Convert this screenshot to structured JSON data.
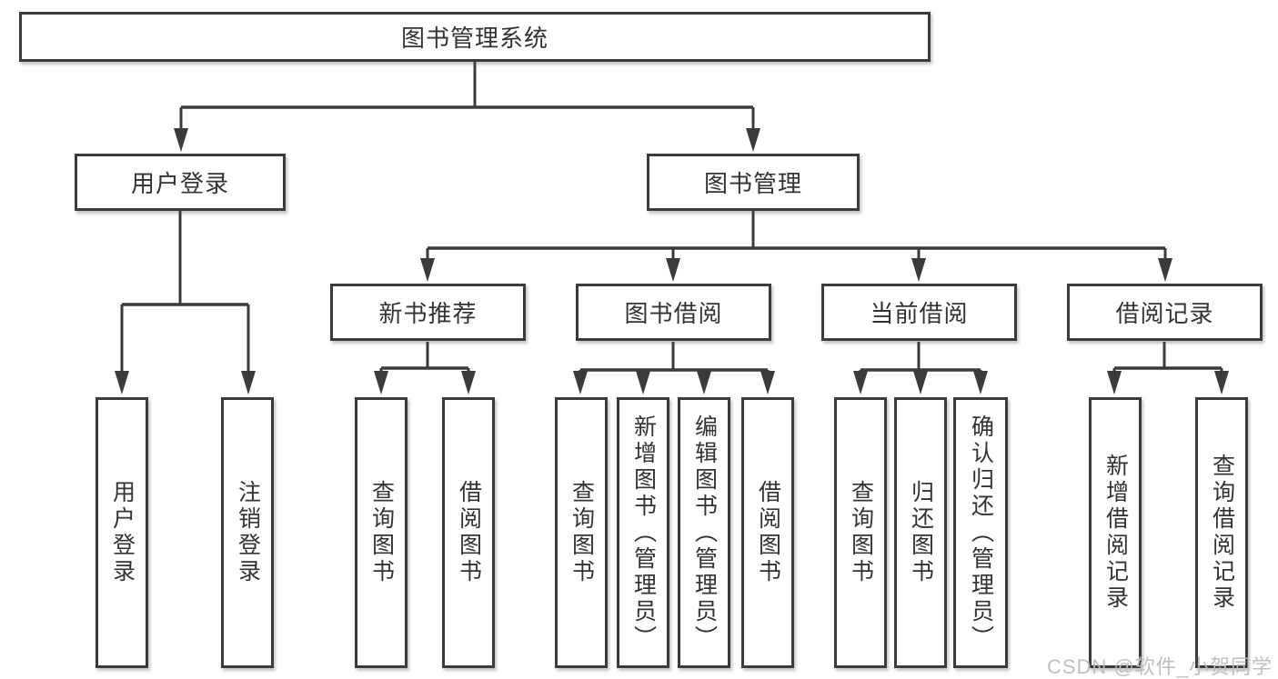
{
  "root": {
    "label": "图书管理系统"
  },
  "level1": [
    {
      "label": "用户登录"
    },
    {
      "label": "图书管理"
    }
  ],
  "level2": [
    {
      "label": "新书推荐",
      "parent": "图书管理"
    },
    {
      "label": "图书借阅",
      "parent": "图书管理"
    },
    {
      "label": "当前借阅",
      "parent": "图书管理"
    },
    {
      "label": "借阅记录",
      "parent": "图书管理"
    }
  ],
  "leaves": [
    {
      "label": "用户登录",
      "parent": "用户登录"
    },
    {
      "label": "注销登录",
      "parent": "用户登录"
    },
    {
      "label": "查询图书",
      "parent": "新书推荐"
    },
    {
      "label": "借阅图书",
      "parent": "新书推荐"
    },
    {
      "label": "查询图书",
      "parent": "图书借阅"
    },
    {
      "label": "新增图书（管理员）",
      "parent": "图书借阅"
    },
    {
      "label": "编辑图书（管理员）",
      "parent": "图书借阅"
    },
    {
      "label": "借阅图书",
      "parent": "图书借阅"
    },
    {
      "label": "查询图书",
      "parent": "当前借阅"
    },
    {
      "label": "归还图书",
      "parent": "当前借阅"
    },
    {
      "label": "确认归还（管理员）",
      "parent": "当前借阅"
    },
    {
      "label": "新增借阅记录",
      "parent": "借阅记录"
    },
    {
      "label": "查询借阅记录",
      "parent": "借阅记录"
    }
  ],
  "watermark": "CSDN @软件_小贺同学",
  "colors": {
    "line": "#3b3b3b",
    "text": "#333333",
    "watermark": "#bdbdbd",
    "background": "#ffffff"
  }
}
